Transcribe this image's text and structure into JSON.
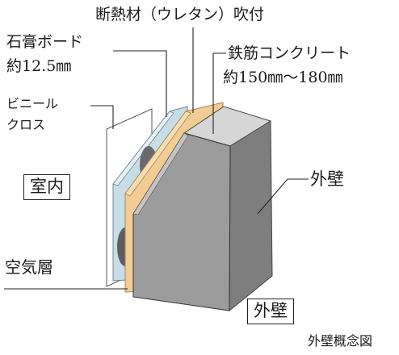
{
  "labels": {
    "insulation": "断熱材（ウレタン）吹付",
    "gypsum_board_name": "石膏ボード",
    "gypsum_board_thickness": "約12.5㎜",
    "vinyl_cloth_line1": "ビニール",
    "vinyl_cloth_line2": "クロス",
    "concrete_name": "鉄筋コンクリート",
    "concrete_thickness": "約150㎜〜180㎜",
    "interior_box": "室内",
    "exterior_wall_label": "外壁",
    "exterior_box": "外壁",
    "air_layer": "空気層",
    "caption": "外壁概念図"
  },
  "colors": {
    "concrete_front": "#9c9c9c",
    "concrete_top": "#d6d6d6",
    "concrete_side": "#7e7e7e",
    "insulation": "#f1cc95",
    "gypsum_board": "#c9dde7",
    "vinyl_cloth": "#ffffff",
    "air_gap": "#6a6a6a"
  }
}
